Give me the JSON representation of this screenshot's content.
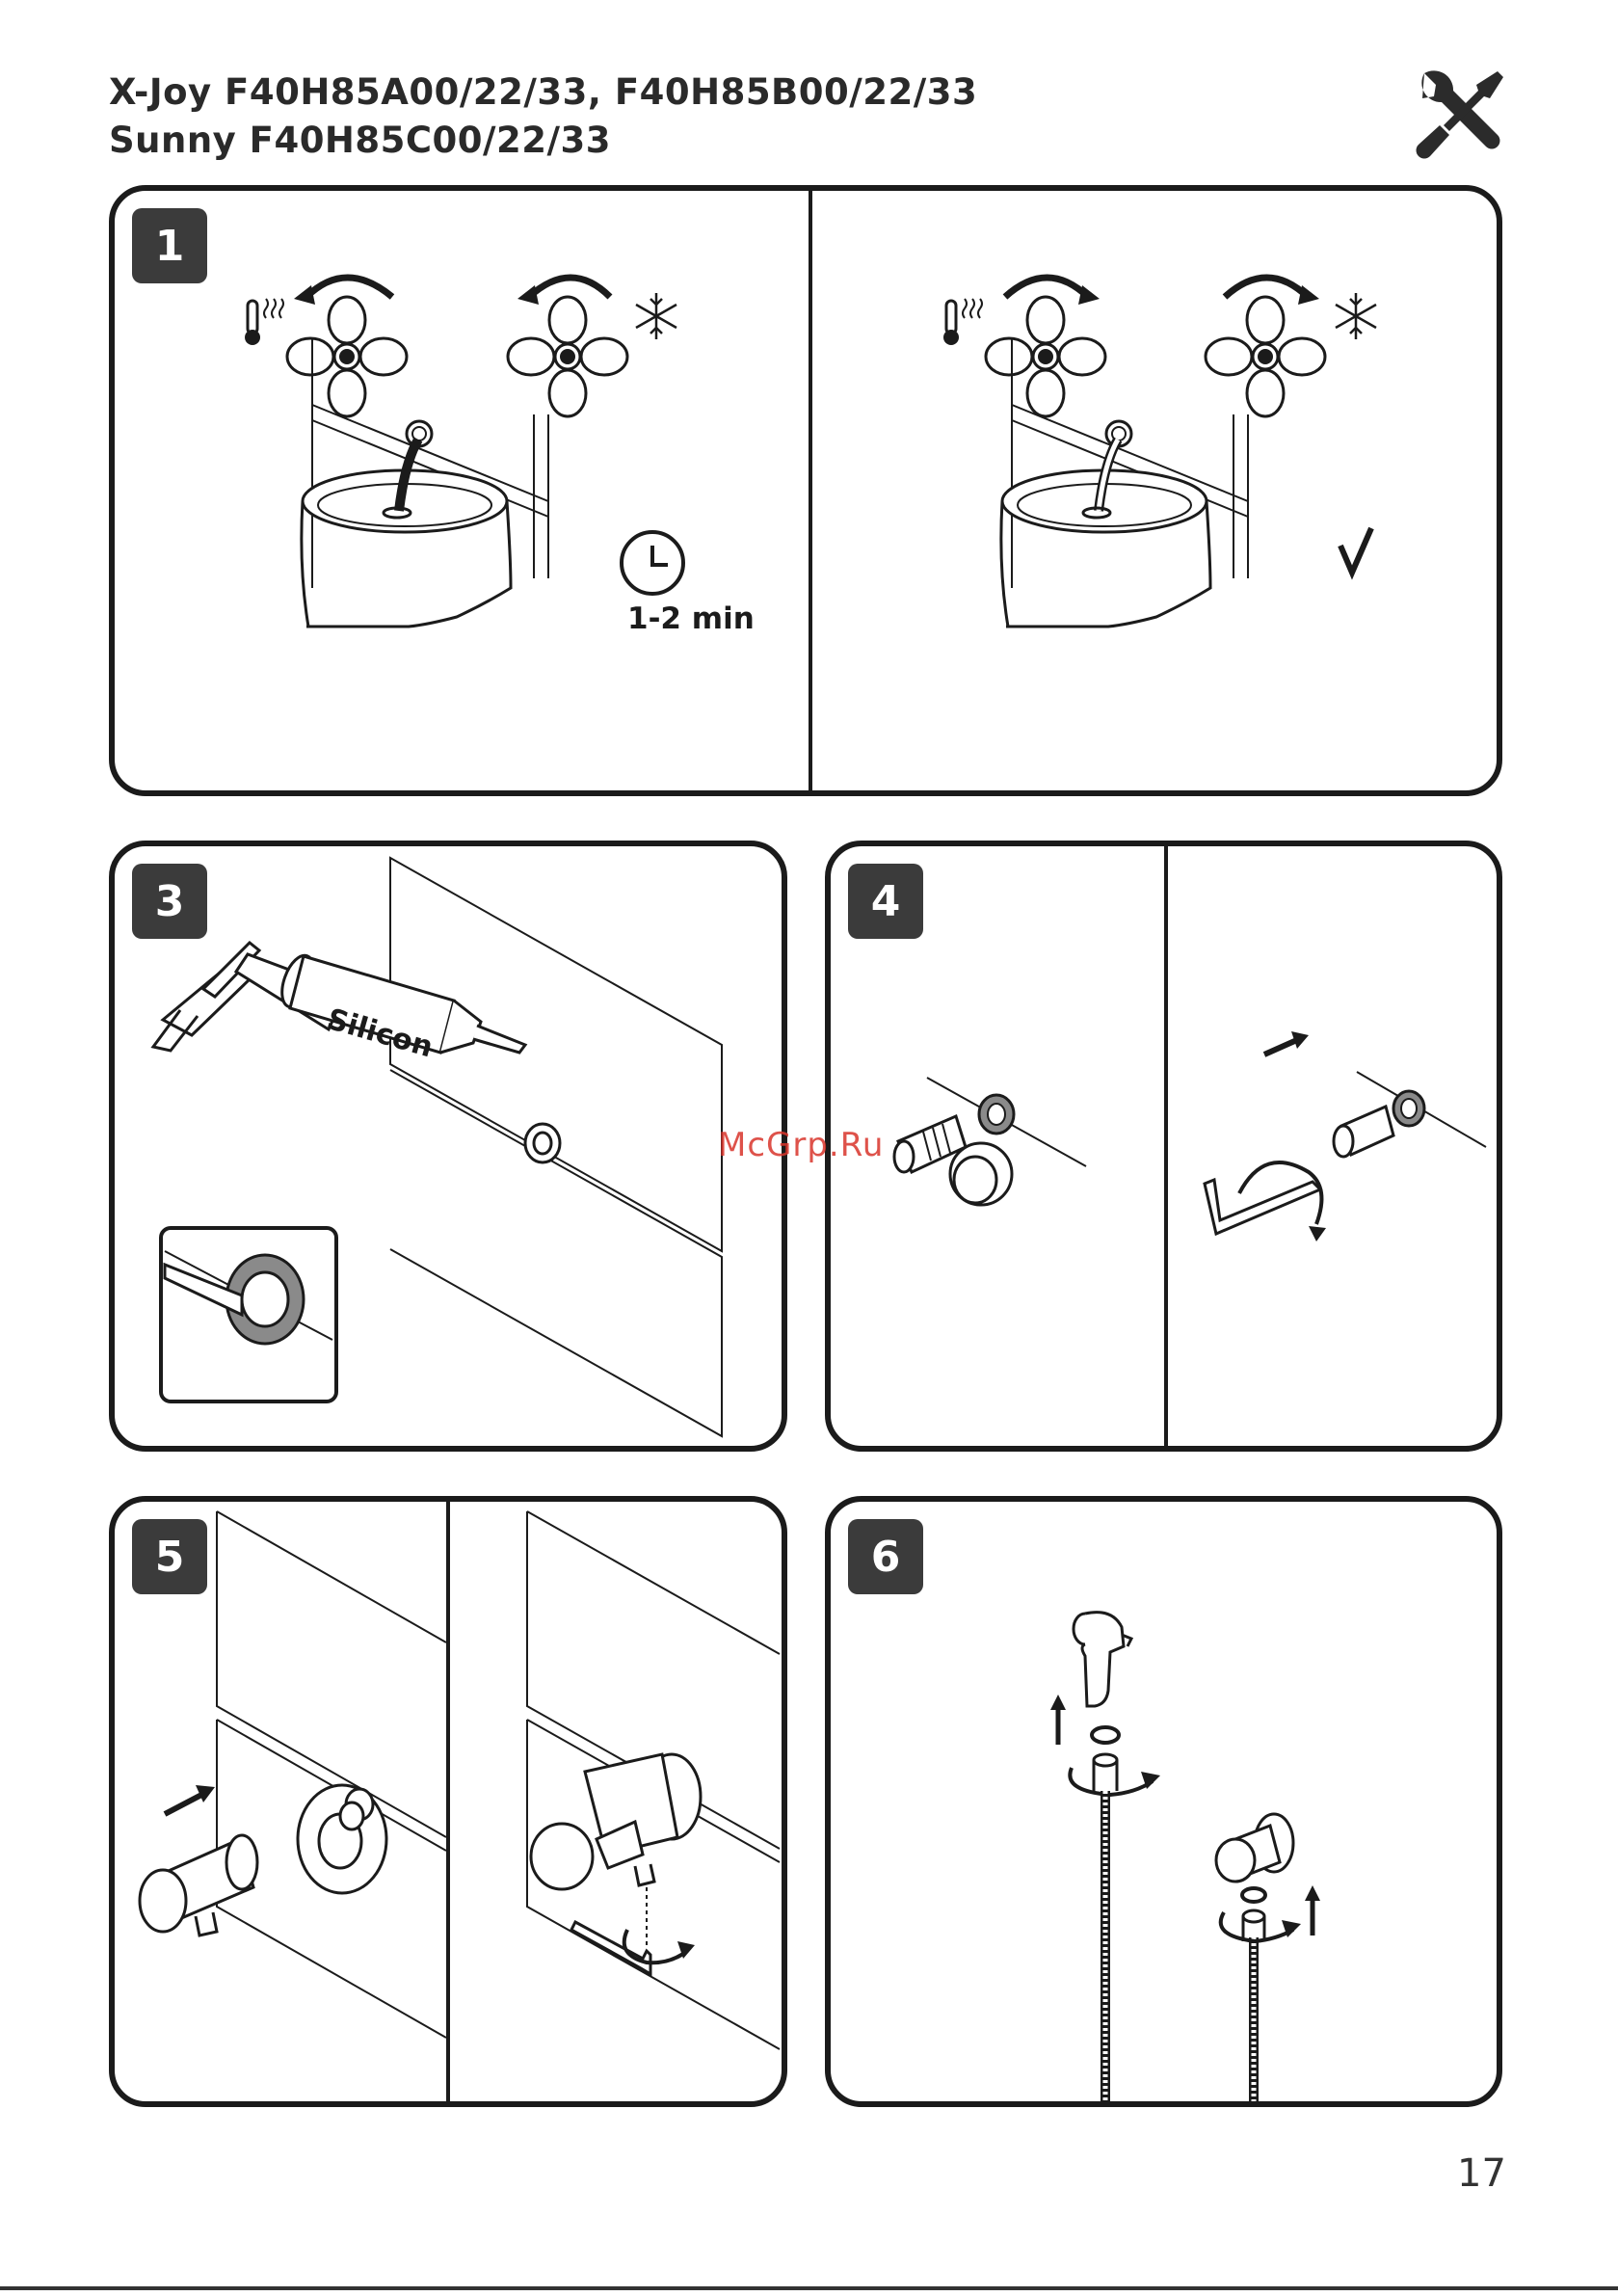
{
  "header": {
    "title_line1": "X-Joy F40H85A00/22/33, F40H85B00/22/33",
    "title_line2": "Sunny F40H85C00/22/33",
    "tools_icon": "wrench-screwdriver-icon"
  },
  "steps": [
    {
      "number": "1",
      "timer_label": "1-2 min",
      "icons": [
        "thermometer-hot-icon",
        "fan-icon",
        "snowflake-icon",
        "clock-icon",
        "check-icon"
      ]
    },
    {
      "number": "3",
      "tube_label": "Silicon",
      "icons": [
        "silicone-gun-icon",
        "detail-inset"
      ]
    },
    {
      "number": "4",
      "icons": [
        "eccentric-adapter-icon",
        "hex-key-icon"
      ]
    },
    {
      "number": "5",
      "icons": [
        "wall-holder-icon",
        "rosette-icon"
      ]
    },
    {
      "number": "6",
      "icons": [
        "hygienic-shower-icon",
        "hose-icon"
      ]
    }
  ],
  "watermark": "McGrp.Ru",
  "page_number": "17",
  "colors": {
    "badge": "#3b3b3b",
    "stroke": "#1b1b1b",
    "watermark": "#d9342b"
  }
}
